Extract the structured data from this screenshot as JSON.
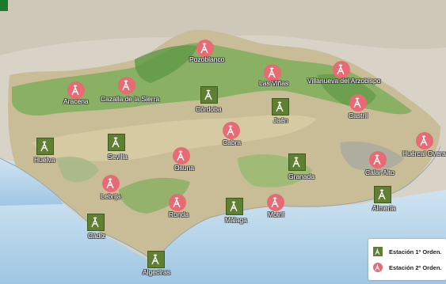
{
  "map": {
    "region": "Andalucía",
    "colors": {
      "primary_marker": "#5f7f32",
      "secondary_marker": "#e86a75",
      "sea": "#b9d6ea"
    }
  },
  "stations": [
    {
      "name": "Pozoblanco",
      "order": 2
    },
    {
      "name": "Las Viñas",
      "order": 2
    },
    {
      "name": "Villanueva del Arzobispo",
      "order": 2
    },
    {
      "name": "Aracena",
      "order": 2
    },
    {
      "name": "Cazalla de la Sierra",
      "order": 2
    },
    {
      "name": "Córdoba",
      "order": 1
    },
    {
      "name": "Jaén",
      "order": 1
    },
    {
      "name": "Castril",
      "order": 2
    },
    {
      "name": "Cabra",
      "order": 2
    },
    {
      "name": "Huelva",
      "order": 1
    },
    {
      "name": "Sevilla",
      "order": 1
    },
    {
      "name": "Osuna",
      "order": 2
    },
    {
      "name": "Granada",
      "order": 1
    },
    {
      "name": "Calar Alto",
      "order": 2
    },
    {
      "name": "Huércal Overa",
      "order": 2
    },
    {
      "name": "Lebrija",
      "order": 2
    },
    {
      "name": "Ronda",
      "order": 2
    },
    {
      "name": "Málaga",
      "order": 1
    },
    {
      "name": "Motril",
      "order": 2
    },
    {
      "name": "Almería",
      "order": 1
    },
    {
      "name": "Cádiz",
      "order": 1
    },
    {
      "name": "Algeciras",
      "order": 1
    }
  ],
  "legend": {
    "first_order": "Estación 1º Orden.",
    "second_order": "Estación 2º Orden."
  }
}
